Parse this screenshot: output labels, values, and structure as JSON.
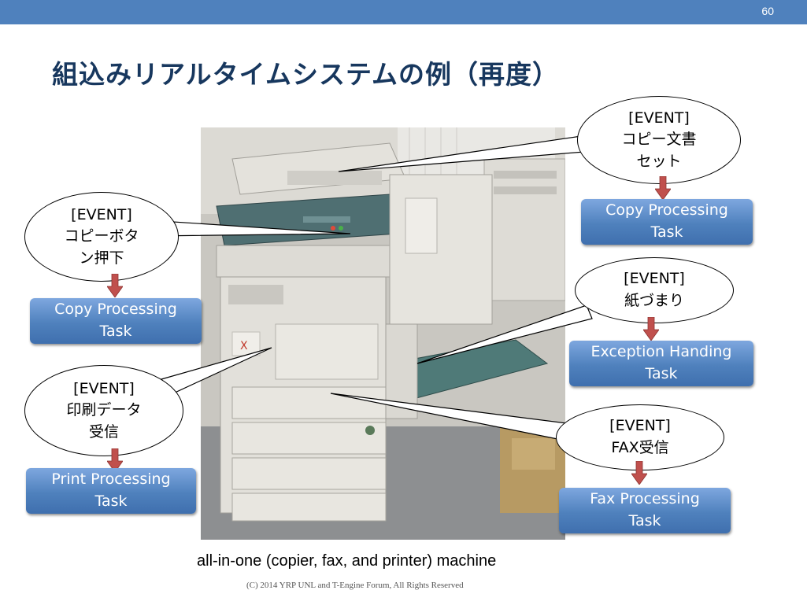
{
  "slide": {
    "page_number": "60",
    "title": "組込みリアルタイムシステムの例（再度）",
    "caption": "all-in-one (copier, fax, and printer) machine",
    "copyright": "(C) 2014 YRP UNL and T-Engine Forum, All Rights Reserved"
  },
  "events": {
    "copy_doc_set": {
      "line1": "[EVENT]",
      "line2": "コピー文書",
      "line3": "セット"
    },
    "copy_button": {
      "line1": "[EVENT]",
      "line2": "コピーボタ",
      "line3": "ン押下"
    },
    "paper_jam": {
      "line1": "[EVENT]",
      "line2": "紙づまり"
    },
    "print_data": {
      "line1": "[EVENT]",
      "line2": "印刷データ",
      "line3": "受信"
    },
    "fax_receive": {
      "line1": "[EVENT]",
      "line2": "FAX受信"
    }
  },
  "tasks": {
    "copy_right": {
      "line1": "Copy Processing",
      "line2": "Task"
    },
    "copy_left": {
      "line1": "Copy Processing",
      "line2": "Task"
    },
    "exception": {
      "line1": "Exception Handing",
      "line2": "Task"
    },
    "print": {
      "line1": "Print Processing",
      "line2": "Task"
    },
    "fax": {
      "line1": "Fax Processing",
      "line2": "Task"
    }
  },
  "colors": {
    "header_bar": "#4f81bd",
    "task_box": "#4f81bd",
    "arrow": "#c0504d"
  }
}
